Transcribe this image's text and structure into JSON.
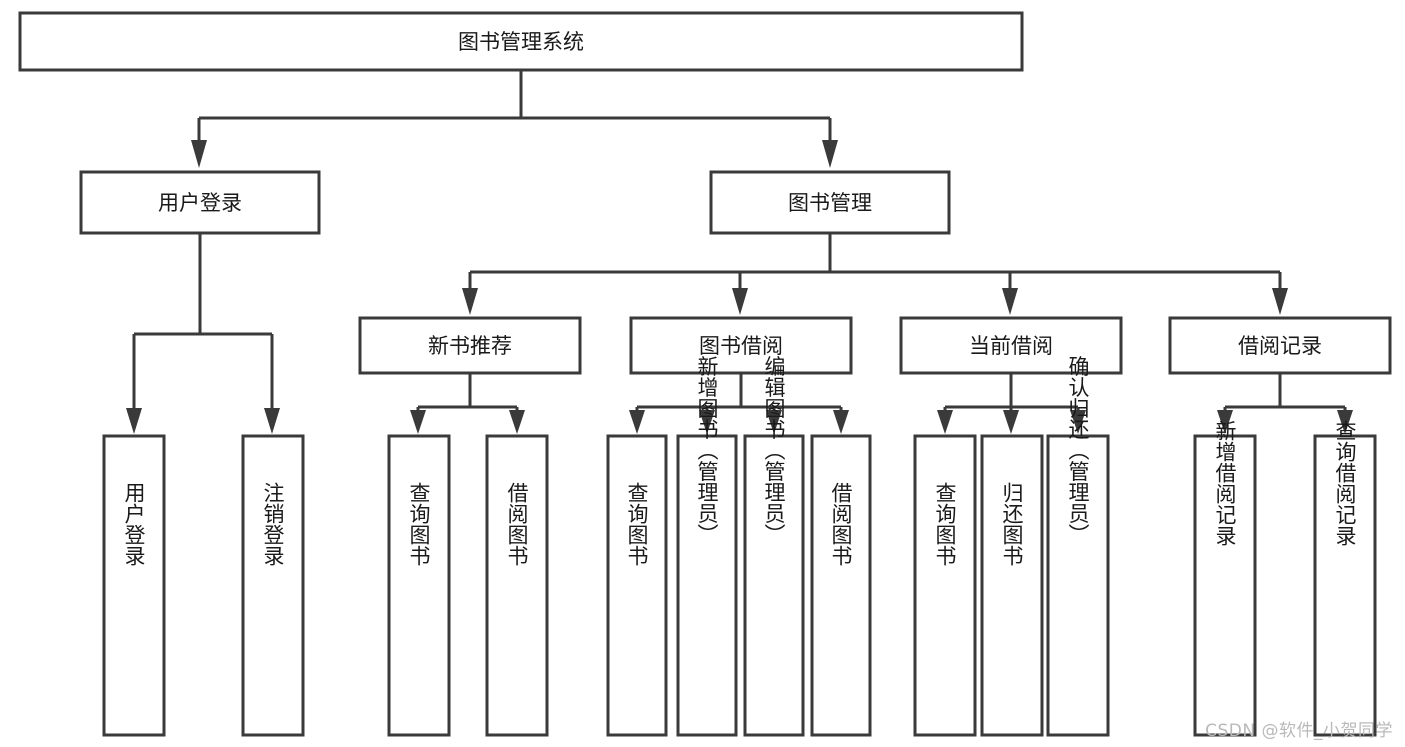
{
  "diagram": {
    "title": "图书管理系统",
    "type": "tree",
    "watermark": "CSDN @软件_小贺同学",
    "colors": {
      "box_fill": "#ffffff",
      "box_stroke": "#3a3a3a",
      "text": "#1a1a1a",
      "background": "#ffffff",
      "watermark": "#b9b9b9"
    },
    "levels": {
      "root": {
        "label": "图书管理系统"
      },
      "level1": [
        {
          "label": "用户登录"
        },
        {
          "label": "图书管理"
        }
      ],
      "level2": [
        {
          "label": "新书推荐",
          "parent": "图书管理"
        },
        {
          "label": "图书借阅",
          "parent": "图书管理"
        },
        {
          "label": "当前借阅",
          "parent": "图书管理"
        },
        {
          "label": "借阅记录",
          "parent": "图书管理"
        }
      ],
      "leaves": {
        "用户登录": [
          {
            "label": "用户登录"
          },
          {
            "label": "注销登录"
          }
        ],
        "新书推荐": [
          {
            "label": "查询图书"
          },
          {
            "label": "借阅图书"
          }
        ],
        "图书借阅": [
          {
            "label": "查询图书"
          },
          {
            "label": "新增图书（管理员）"
          },
          {
            "label": "编辑图书（管理员）"
          },
          {
            "label": "借阅图书"
          }
        ],
        "当前借阅": [
          {
            "label": "查询图书"
          },
          {
            "label": "归还图书"
          },
          {
            "label": "确认归还（管理员）"
          }
        ],
        "借阅记录": [
          {
            "label": "新增借阅记录"
          },
          {
            "label": "查询借阅记录"
          }
        ]
      }
    }
  }
}
